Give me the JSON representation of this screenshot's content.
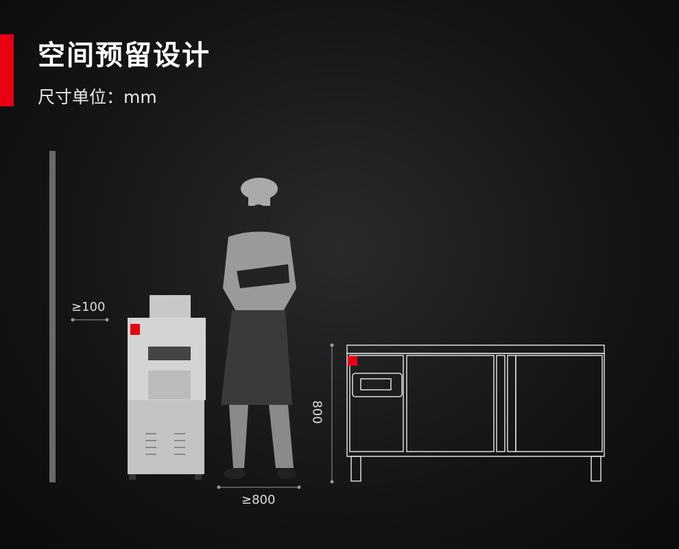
{
  "header": {
    "title": "空间预留设计",
    "subtitle": "尺寸单位：mm"
  },
  "dimensions": {
    "top_clearance": "≥100",
    "side_clearance": "≥800",
    "table_height": "800"
  },
  "colors": {
    "accent": "#e60012"
  }
}
